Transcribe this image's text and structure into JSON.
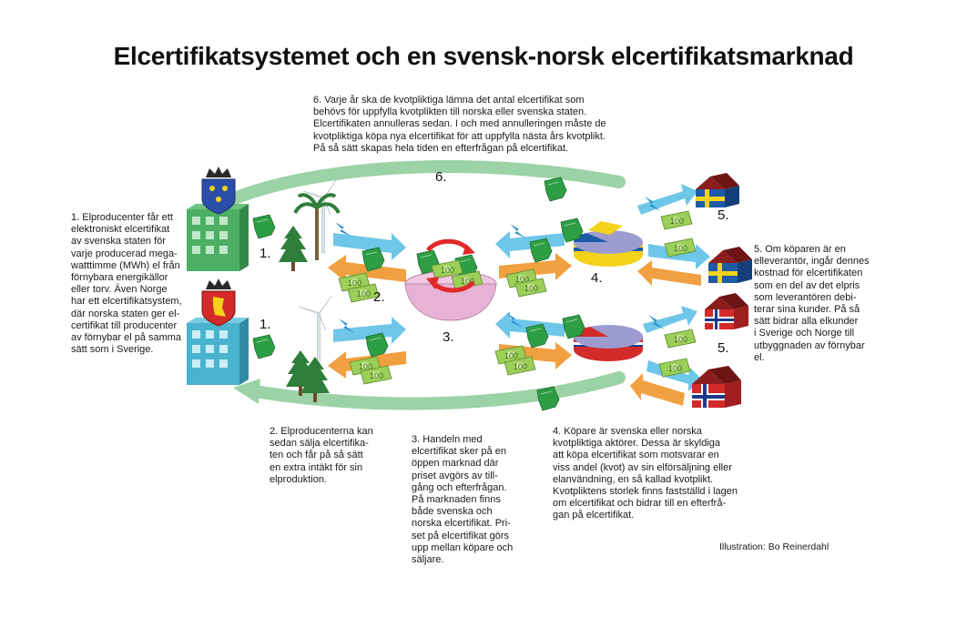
{
  "title": "Elcertifikatsystemet och en svensk-norsk elcertifikatsmarknad",
  "texts": {
    "step1": "1. Elproducenter får ett\nelektroniskt elcertifikat\nav svenska staten för\nvarje producerad mega-\nwatttimme (MWh) el från\nförnybara energikällor\neller torv. Även Norge\nhar ett elcertifikatsystem,\ndär norska staten ger el-\ncertifikat till producenter\nav förnybar el på samma\nsätt som i Sverige.",
    "step2": "2. Elproducenterna kan\nsedan sälja elcertifika-\nten och får på så sätt\nen extra intäkt för sin\nelproduktion.",
    "step3": "3. Handeln med\nelcertifikat sker på en\nöppen marknad där\npriset avgörs av till-\ngång och efterfrågan.\nPå marknaden finns\nbåde svenska och\nnorska elcertifikat. Pri-\nset på elcertifikat görs\nupp mellan köpare och\nsäljare.",
    "step4": "4. Köpare är svenska eller norska\nkvotpliktiga aktörer. Dessa är skyldiga\natt köpa elcertifikat som motsvarar en\nviss andel (kvot) av sin elförsäljning eller\nelanvändning, en så kallad kvotplikt.\nKvotpliktens storlek finns fastställd i lagen\nom elcertifikat och bidrar till en efterfrå-\ngan på elcertifikat.",
    "step5": "5. Om köparen är en\nelleverantör, ingår dennes\nkostnad för elcertifikaten\nsom en del av det elpris\nsom leverantören debi-\nterar sina kunder. På så\nsätt bidrar alla elkunder\ni Sverige och Norge till\nutbyggnaden av förnybar\nel.",
    "step6": "6. Varje år ska de kvotpliktiga lämna det antal elcertifikat som\nbehövs för uppfylla kvotplikten till norska eller svenska staten.\nElcertifikaten annulleras sedan. I och med annulleringen måste de\nkvotpliktiga köpa nya elcertifikat för att uppfylla nästa års kvotplikt.\nPå så sätt skapas hela tiden en efterfrågan på elcertifikat."
  },
  "numbers": {
    "n1_top": "1.",
    "n1_bottom": "1.",
    "n2": "2.",
    "n3": "3.",
    "n4": "4.",
    "n5_top": "5.",
    "n5_bottom": "5.",
    "n6": "6."
  },
  "note_value": "100",
  "credit": "Illustration: Bo Reinerdahl",
  "colors": {
    "cycle_arrow": "#9bd2a6",
    "certificate": "#2e9e45",
    "electricity": "#6ec6e8",
    "money_arrow": "#f0a040",
    "banknote": "#9ccf5a",
    "building_green": "#4caf63",
    "building_blue": "#4ab3cf",
    "pie": "#9c9cd0",
    "sweden_yellow": "#f2d21a",
    "sweden_blue": "#1d5aa8",
    "norway_red": "#d32a2a",
    "bowl": "#e6b3d6"
  },
  "icons": [
    "swedish-crown-shield-icon",
    "norwegian-lion-shield-icon",
    "wind-turbine-icon",
    "spruce-tree-icon",
    "palm-tree-icon",
    "lightning-icon",
    "certificate-icon",
    "banknote-icon",
    "pie-chart-icon",
    "house-icon",
    "bowl-icon",
    "recycle-arrow-icon"
  ]
}
